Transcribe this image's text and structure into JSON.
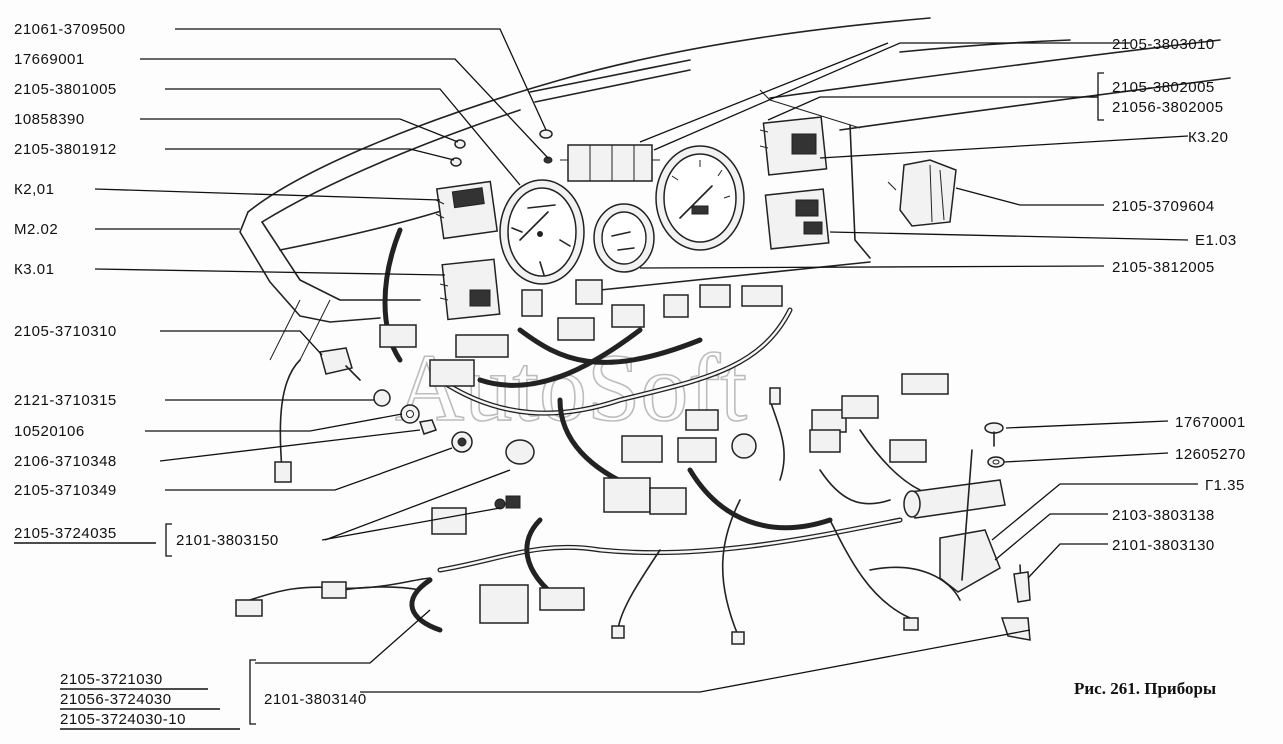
{
  "caption": "Рис. 261. Приборы",
  "watermark": "AutoSoft",
  "labels_left": [
    "21061-3709500",
    "17669001",
    "2105-3801005",
    "10858390",
    "2105-3801912",
    "К2,01",
    "М2.02",
    "К3.01",
    "2105-3710310",
    "2121-3710315",
    "10520106",
    "2106-3710348",
    "2105-3710349"
  ],
  "labels_right": [
    "2105-3803010",
    "К3.20",
    "2105-3709604",
    "Е1.03",
    "2105-3812005",
    "17670001",
    "12605270",
    "Г1.35",
    "2103-3803138",
    "2101-3803130"
  ],
  "group_top_right": [
    "2105-3802005",
    "21056-3802005"
  ],
  "group_mid_left": {
    "label": "2105-3724035",
    "child": "2101-3803150"
  },
  "group_bottom_left": {
    "labels": [
      "2105-3721030",
      "21056-3724030",
      "2105-3724030-10"
    ],
    "child": "2101-3803140"
  }
}
